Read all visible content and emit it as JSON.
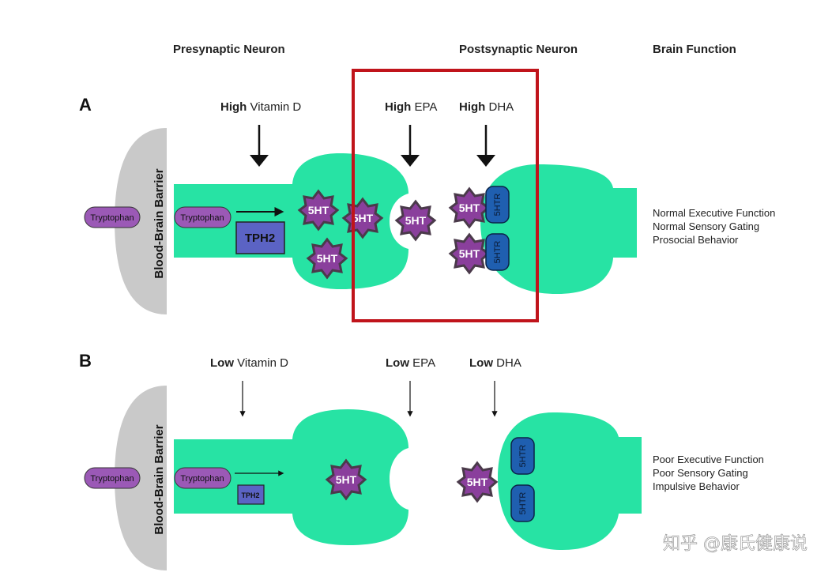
{
  "headers": {
    "presynaptic": "Presynaptic Neuron",
    "postsynaptic": "Postsynaptic Neuron",
    "brain_function": "Brain Function"
  },
  "panel_a": {
    "label": "A",
    "vitamin_d": {
      "level": "High",
      "name": "Vitamin D"
    },
    "epa": {
      "level": "High",
      "name": "EPA"
    },
    "dha": {
      "level": "High",
      "name": "DHA"
    },
    "barrier": "Blood-Brain Barrier",
    "tryptophan_outside": "Tryptophan",
    "tryptophan_inside": "Tryptophan",
    "enzyme": "TPH2",
    "serotonin": "5HT",
    "receptor": "5HTR",
    "functions": [
      "Normal Executive Function",
      "Normal Sensory Gating",
      "Prosocial Behavior"
    ]
  },
  "panel_b": {
    "label": "B",
    "vitamin_d": {
      "level": "Low",
      "name": "Vitamin D"
    },
    "epa": {
      "level": "Low",
      "name": "EPA"
    },
    "dha": {
      "level": "Low",
      "name": "DHA"
    },
    "barrier": "Blood-Brain Barrier",
    "tryptophan_outside": "Tryptophan",
    "tryptophan_inside": "Tryptophan",
    "enzyme": "TPH2",
    "serotonin": "5HT",
    "receptor": "5HTR",
    "functions": [
      "Poor Executive Function",
      "Poor Sensory Gating",
      "Impulsive Behavior"
    ]
  },
  "watermark": "知乎 @康氏健康说",
  "colors": {
    "neuron": "#27e3a4",
    "barrier": "#c9c9c9",
    "serotonin": "#8a3f9c",
    "receptor": "#1f5fb0",
    "enzyme": "#5b63c4",
    "highlight": "#c0141b"
  }
}
